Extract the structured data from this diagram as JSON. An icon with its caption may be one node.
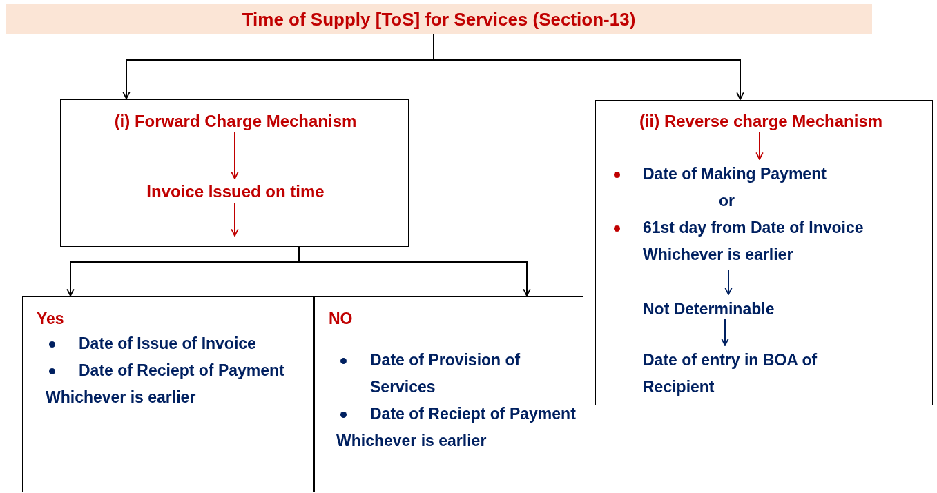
{
  "diagram": {
    "title": "Time of Supply [ToS] for Services (Section-13)",
    "nodes": [
      {
        "text": [],
        "shape": "box"
      },
      {
        "text": [
          "(i) Forward Charge Mechanism"
        ],
        "in": 0
      },
      {
        "text": [
          "Invoice Issued on time"
        ],
        "in": 0
      },
      {
        "text": [
          "Yes",
          "Date of Issue of Invoice",
          "Date of Reciept of Payment",
          "Whichever is earlier"
        ]
      },
      {
        "text": [
          "NO",
          "Date of Provision of Services",
          "Date of Reciept of Payment",
          "Whichever is earlier"
        ]
      },
      {
        "text": [],
        "shape": "box"
      },
      {
        "text": [
          "(ii) Reverse charge Mechanism"
        ],
        "in": 5
      },
      {
        "text": [
          "Date of Making Payment",
          "or",
          "61st day from Date of Invoice",
          "Whichever is earlier"
        ],
        "in": 5
      },
      {
        "text": [
          "Not Determinable"
        ],
        "in": 5
      },
      {
        "text": [
          "Date of entry in BOA of Recipient"
        ],
        "in": 5
      }
    ],
    "edges": [
      {
        "from": null,
        "to": 0,
        "arrow": "to"
      },
      {
        "from": null,
        "to": 5,
        "arrow": "to"
      },
      {
        "from": 1,
        "to": 2,
        "arrow": "to",
        "color": "#c00000"
      },
      {
        "from": 2,
        "to": null,
        "arrow": "to",
        "color": "#c00000"
      },
      {
        "from": 0,
        "to": 3,
        "arrow": "to"
      },
      {
        "from": 0,
        "to": 4,
        "arrow": "to"
      },
      {
        "from": 6,
        "to": 7,
        "arrow": "to",
        "color": "#c00000"
      },
      {
        "from": 7,
        "to": 8,
        "arrow": "to",
        "color": "#002060"
      },
      {
        "from": 8,
        "to": 9,
        "arrow": "to",
        "color": "#002060"
      }
    ]
  }
}
